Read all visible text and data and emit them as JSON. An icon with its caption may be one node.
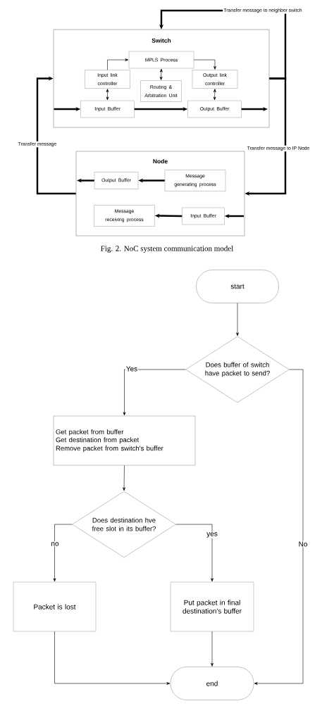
{
  "diagram": {
    "nodes": [
      {
        "text": [
          "Switch"
        ]
      },
      {
        "text": [
          "MPLS Process"
        ],
        "in": 0
      },
      {
        "text": [
          "Input link controller"
        ],
        "in": 0
      },
      {
        "text": [
          "Routing & Arbitration Unit"
        ],
        "in": 0
      },
      {
        "text": [
          "Output link controller"
        ],
        "in": 0
      },
      {
        "text": [
          "Input Buffer"
        ],
        "in": 0
      },
      {
        "text": [
          "Output Buffer"
        ],
        "in": 0
      },
      {
        "text": [
          "Node"
        ]
      },
      {
        "text": [
          "Output Buffer"
        ],
        "in": 7
      },
      {
        "text": [
          "Message generating process"
        ],
        "in": 7
      },
      {
        "text": [
          "Message receiving process"
        ],
        "in": 7
      },
      {
        "text": [
          "Input Buffer"
        ],
        "in": 7
      },
      {
        "text": [
          "Transfer message to neighbor switch"
        ]
      },
      {
        "text": [
          "start"
        ]
      },
      {
        "text": [
          "Does buffer of switch have packet to send?"
        ]
      },
      {
        "text": [
          "Get packet from buffer",
          "Get destination from packet",
          "Remove packet from switch's buffer"
        ]
      },
      {
        "text": [
          "Does destination hve free slot in its buffer?"
        ]
      },
      {
        "text": [
          "Packet is lost"
        ]
      },
      {
        "text": [
          "Put packet in final destination's buffer"
        ]
      },
      {
        "text": [
          "end"
        ]
      }
    ],
    "edges": [
      {
        "from": 12,
        "to": 0,
        "arrow": "to",
        "style": "thick"
      },
      {
        "from": 0,
        "to": 12,
        "arrow": "none",
        "style": "thick"
      },
      {
        "from": 0,
        "to": 7,
        "arrow": "to",
        "style": "thick",
        "label": "Transfer message to IP Node"
      },
      {
        "from": 7,
        "to": 0,
        "arrow": "to",
        "style": "thick",
        "label": "Transfer message"
      },
      {
        "from": null,
        "to": 5,
        "arrow": "to",
        "style": "thick"
      },
      {
        "from": 5,
        "to": 6,
        "arrow": "to",
        "style": "thick"
      },
      {
        "from": 6,
        "to": null,
        "arrow": "to",
        "style": "thick"
      },
      {
        "from": 2,
        "to": 1,
        "arrow": "to"
      },
      {
        "from": 1,
        "to": 4,
        "arrow": "to"
      },
      {
        "from": 1,
        "to": 3,
        "arrow": "both"
      },
      {
        "from": 2,
        "to": 5,
        "arrow": "both"
      },
      {
        "from": 4,
        "to": 6,
        "arrow": "both"
      },
      {
        "from": 9,
        "to": 8,
        "arrow": "to",
        "style": "thick"
      },
      {
        "from": 8,
        "to": null,
        "arrow": "to",
        "style": "thick"
      },
      {
        "from": null,
        "to": 11,
        "arrow": "to",
        "style": "thick"
      },
      {
        "from": 11,
        "to": 10,
        "arrow": "to",
        "style": "thick"
      },
      {
        "from": 13,
        "to": 14,
        "arrow": "to"
      },
      {
        "from": 14,
        "to": 15,
        "arrow": "to",
        "label": "Yes"
      },
      {
        "from": 14,
        "to": 19,
        "arrow": "to",
        "label": "No"
      },
      {
        "from": 15,
        "to": 16,
        "arrow": "to"
      },
      {
        "from": 16,
        "to": 17,
        "arrow": "to",
        "label": "no"
      },
      {
        "from": 16,
        "to": 18,
        "arrow": "to",
        "label": "yes"
      },
      {
        "from": 17,
        "to": 19,
        "arrow": "to"
      },
      {
        "from": 18,
        "to": 19,
        "arrow": "to"
      }
    ],
    "labels": [
      "Fig. 2.   NoC system communication model"
    ]
  }
}
